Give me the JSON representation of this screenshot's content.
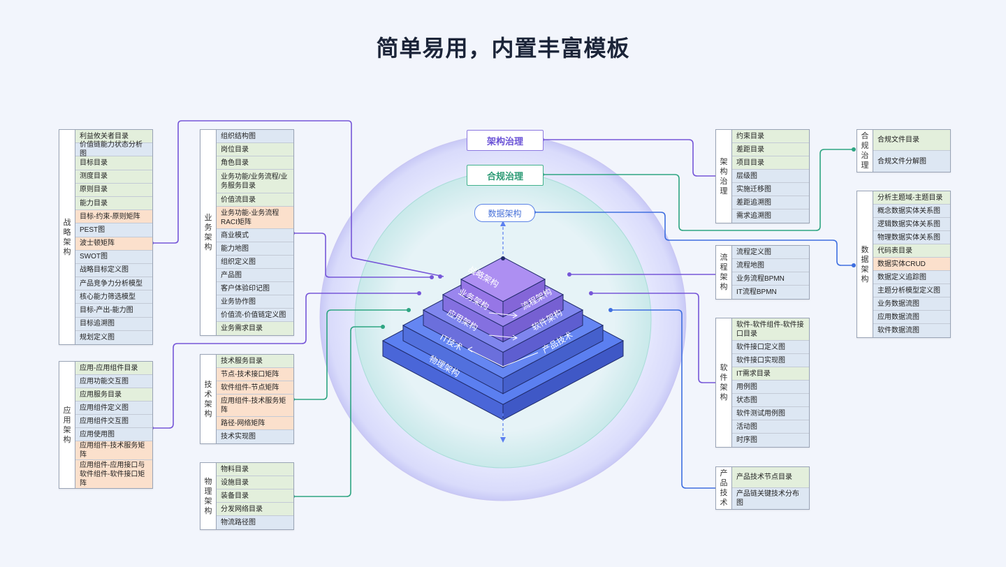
{
  "title": "简单易用，内置丰富模板",
  "governance": {
    "architecture": "架构治理",
    "compliance": "合规治理"
  },
  "data_arch_label": "数据架构",
  "pyramid": {
    "level1": "战略架构",
    "level2_left": "业务架构",
    "level2_right": "流程架构",
    "level3_left": "应用架构",
    "level3_right": "软件架构",
    "level4_left": "IT技术",
    "level4_right": "产品技术",
    "level5": "物理架构"
  },
  "panels": {
    "strategy": {
      "label": "战略架构",
      "rows": [
        {
          "t": "利益攸关者目录",
          "c": "g"
        },
        {
          "t": "价值链能力状态分析图",
          "c": "b"
        },
        {
          "t": "目标目录",
          "c": "g"
        },
        {
          "t": "测度目录",
          "c": "g"
        },
        {
          "t": "原则目录",
          "c": "g"
        },
        {
          "t": "能力目录",
          "c": "g"
        },
        {
          "t": "目标-约束-原则矩阵",
          "c": "o"
        },
        {
          "t": "PEST图",
          "c": "b"
        },
        {
          "t": "波士顿矩阵",
          "c": "o"
        },
        {
          "t": "SWOT图",
          "c": "b"
        },
        {
          "t": "战略目标定义图",
          "c": "b"
        },
        {
          "t": "产品竞争力分析模型",
          "c": "b"
        },
        {
          "t": "核心能力筛选模型",
          "c": "b"
        },
        {
          "t": "目标-产出-能力图",
          "c": "b"
        },
        {
          "t": "目标追溯图",
          "c": "b"
        },
        {
          "t": "规划定义图",
          "c": "b"
        }
      ]
    },
    "business": {
      "label": "业务架构",
      "rows": [
        {
          "t": "组织结构图",
          "c": "b"
        },
        {
          "t": "岗位目录",
          "c": "g"
        },
        {
          "t": "角色目录",
          "c": "g"
        },
        {
          "t": "业务功能/业务流程/业务服务目录",
          "c": "g"
        },
        {
          "t": "价值流目录",
          "c": "g"
        },
        {
          "t": "业务功能-业务流程RACI矩阵",
          "c": "o"
        },
        {
          "t": "商业模式",
          "c": "b"
        },
        {
          "t": "能力地图",
          "c": "b"
        },
        {
          "t": "组织定义图",
          "c": "b"
        },
        {
          "t": "产品图",
          "c": "b"
        },
        {
          "t": "客户体验印记图",
          "c": "b"
        },
        {
          "t": "业务协作图",
          "c": "b"
        },
        {
          "t": "价值流-价值链定义图",
          "c": "b"
        },
        {
          "t": "业务需求目录",
          "c": "g"
        }
      ]
    },
    "application": {
      "label": "应用架构",
      "rows": [
        {
          "t": "应用-应用组件目录",
          "c": "g"
        },
        {
          "t": "应用功能交互图",
          "c": "b"
        },
        {
          "t": "应用服务目录",
          "c": "g"
        },
        {
          "t": "应用组件定义图",
          "c": "b"
        },
        {
          "t": "应用组件交互图",
          "c": "b"
        },
        {
          "t": "应用使用图",
          "c": "b"
        },
        {
          "t": "应用组件-技术服务矩阵",
          "c": "o"
        },
        {
          "t": "应用组件-应用接口与软件组件-软件接口矩阵",
          "c": "o"
        }
      ]
    },
    "technology": {
      "label": "技术架构",
      "rows": [
        {
          "t": "技术服务目录",
          "c": "g"
        },
        {
          "t": "节点-技术接口矩阵",
          "c": "o"
        },
        {
          "t": "软件组件-节点矩阵",
          "c": "o"
        },
        {
          "t": "应用组件-技术服务矩阵",
          "c": "o"
        },
        {
          "t": "路径-网络矩阵",
          "c": "o"
        },
        {
          "t": "技术实现图",
          "c": "b"
        }
      ]
    },
    "physical": {
      "label": "物理架构",
      "rows": [
        {
          "t": "物料目录",
          "c": "g"
        },
        {
          "t": "设施目录",
          "c": "g"
        },
        {
          "t": "装备目录",
          "c": "g"
        },
        {
          "t": "分发网络目录",
          "c": "g"
        },
        {
          "t": "物流路径图",
          "c": "b"
        }
      ]
    },
    "arch_gov": {
      "label": "架构治理",
      "rows": [
        {
          "t": "约束目录",
          "c": "g"
        },
        {
          "t": "差距目录",
          "c": "g"
        },
        {
          "t": "项目目录",
          "c": "g"
        },
        {
          "t": "层级图",
          "c": "b"
        },
        {
          "t": "实施迁移图",
          "c": "b"
        },
        {
          "t": "差距追溯图",
          "c": "b"
        },
        {
          "t": "需求追溯图",
          "c": "b"
        }
      ]
    },
    "process": {
      "label": "流程架构",
      "rows": [
        {
          "t": "流程定义图",
          "c": "b"
        },
        {
          "t": "流程地图",
          "c": "b"
        },
        {
          "t": "业务流程BPMN",
          "c": "b"
        },
        {
          "t": "IT流程BPMN",
          "c": "b"
        }
      ]
    },
    "software": {
      "label": "软件架构",
      "rows": [
        {
          "t": "软件-软件组件-软件接口目录",
          "c": "g"
        },
        {
          "t": "软件接口定义图",
          "c": "b"
        },
        {
          "t": "软件接口实现图",
          "c": "b"
        },
        {
          "t": "IT需求目录",
          "c": "g"
        },
        {
          "t": "用例图",
          "c": "b"
        },
        {
          "t": "状态图",
          "c": "b"
        },
        {
          "t": "软件测试用例图",
          "c": "b"
        },
        {
          "t": "活动图",
          "c": "b"
        },
        {
          "t": "时序图",
          "c": "b"
        }
      ]
    },
    "product": {
      "label": "产品技术",
      "rows": [
        {
          "t": "产品技术节点目录",
          "c": "g"
        },
        {
          "t": "产品链关键技术分布图",
          "c": "b"
        }
      ]
    },
    "compliance": {
      "label": "合规治理",
      "rows": [
        {
          "t": "合规文件目录",
          "c": "g"
        },
        {
          "t": "合规文件分解图",
          "c": "b"
        }
      ]
    },
    "data": {
      "label": "数据架构",
      "rows": [
        {
          "t": "分析主题域-主题目录",
          "c": "g"
        },
        {
          "t": "概念数据实体关系图",
          "c": "b"
        },
        {
          "t": "逻辑数据实体关系图",
          "c": "b"
        },
        {
          "t": "物理数据实体关系图",
          "c": "b"
        },
        {
          "t": "代码表目录",
          "c": "g"
        },
        {
          "t": "数据实体CRUD",
          "c": "o"
        },
        {
          "t": "数据定义追踪图",
          "c": "b"
        },
        {
          "t": "主题分析模型定义图",
          "c": "b"
        },
        {
          "t": "业务数据流图",
          "c": "b"
        },
        {
          "t": "应用数据流图",
          "c": "b"
        },
        {
          "t": "软件数据流图",
          "c": "b"
        }
      ]
    }
  },
  "colors": {
    "purple": "#7656d8",
    "green": "#2ea582",
    "blue": "#3f6fe0",
    "govBorder": "#8c78e0"
  }
}
